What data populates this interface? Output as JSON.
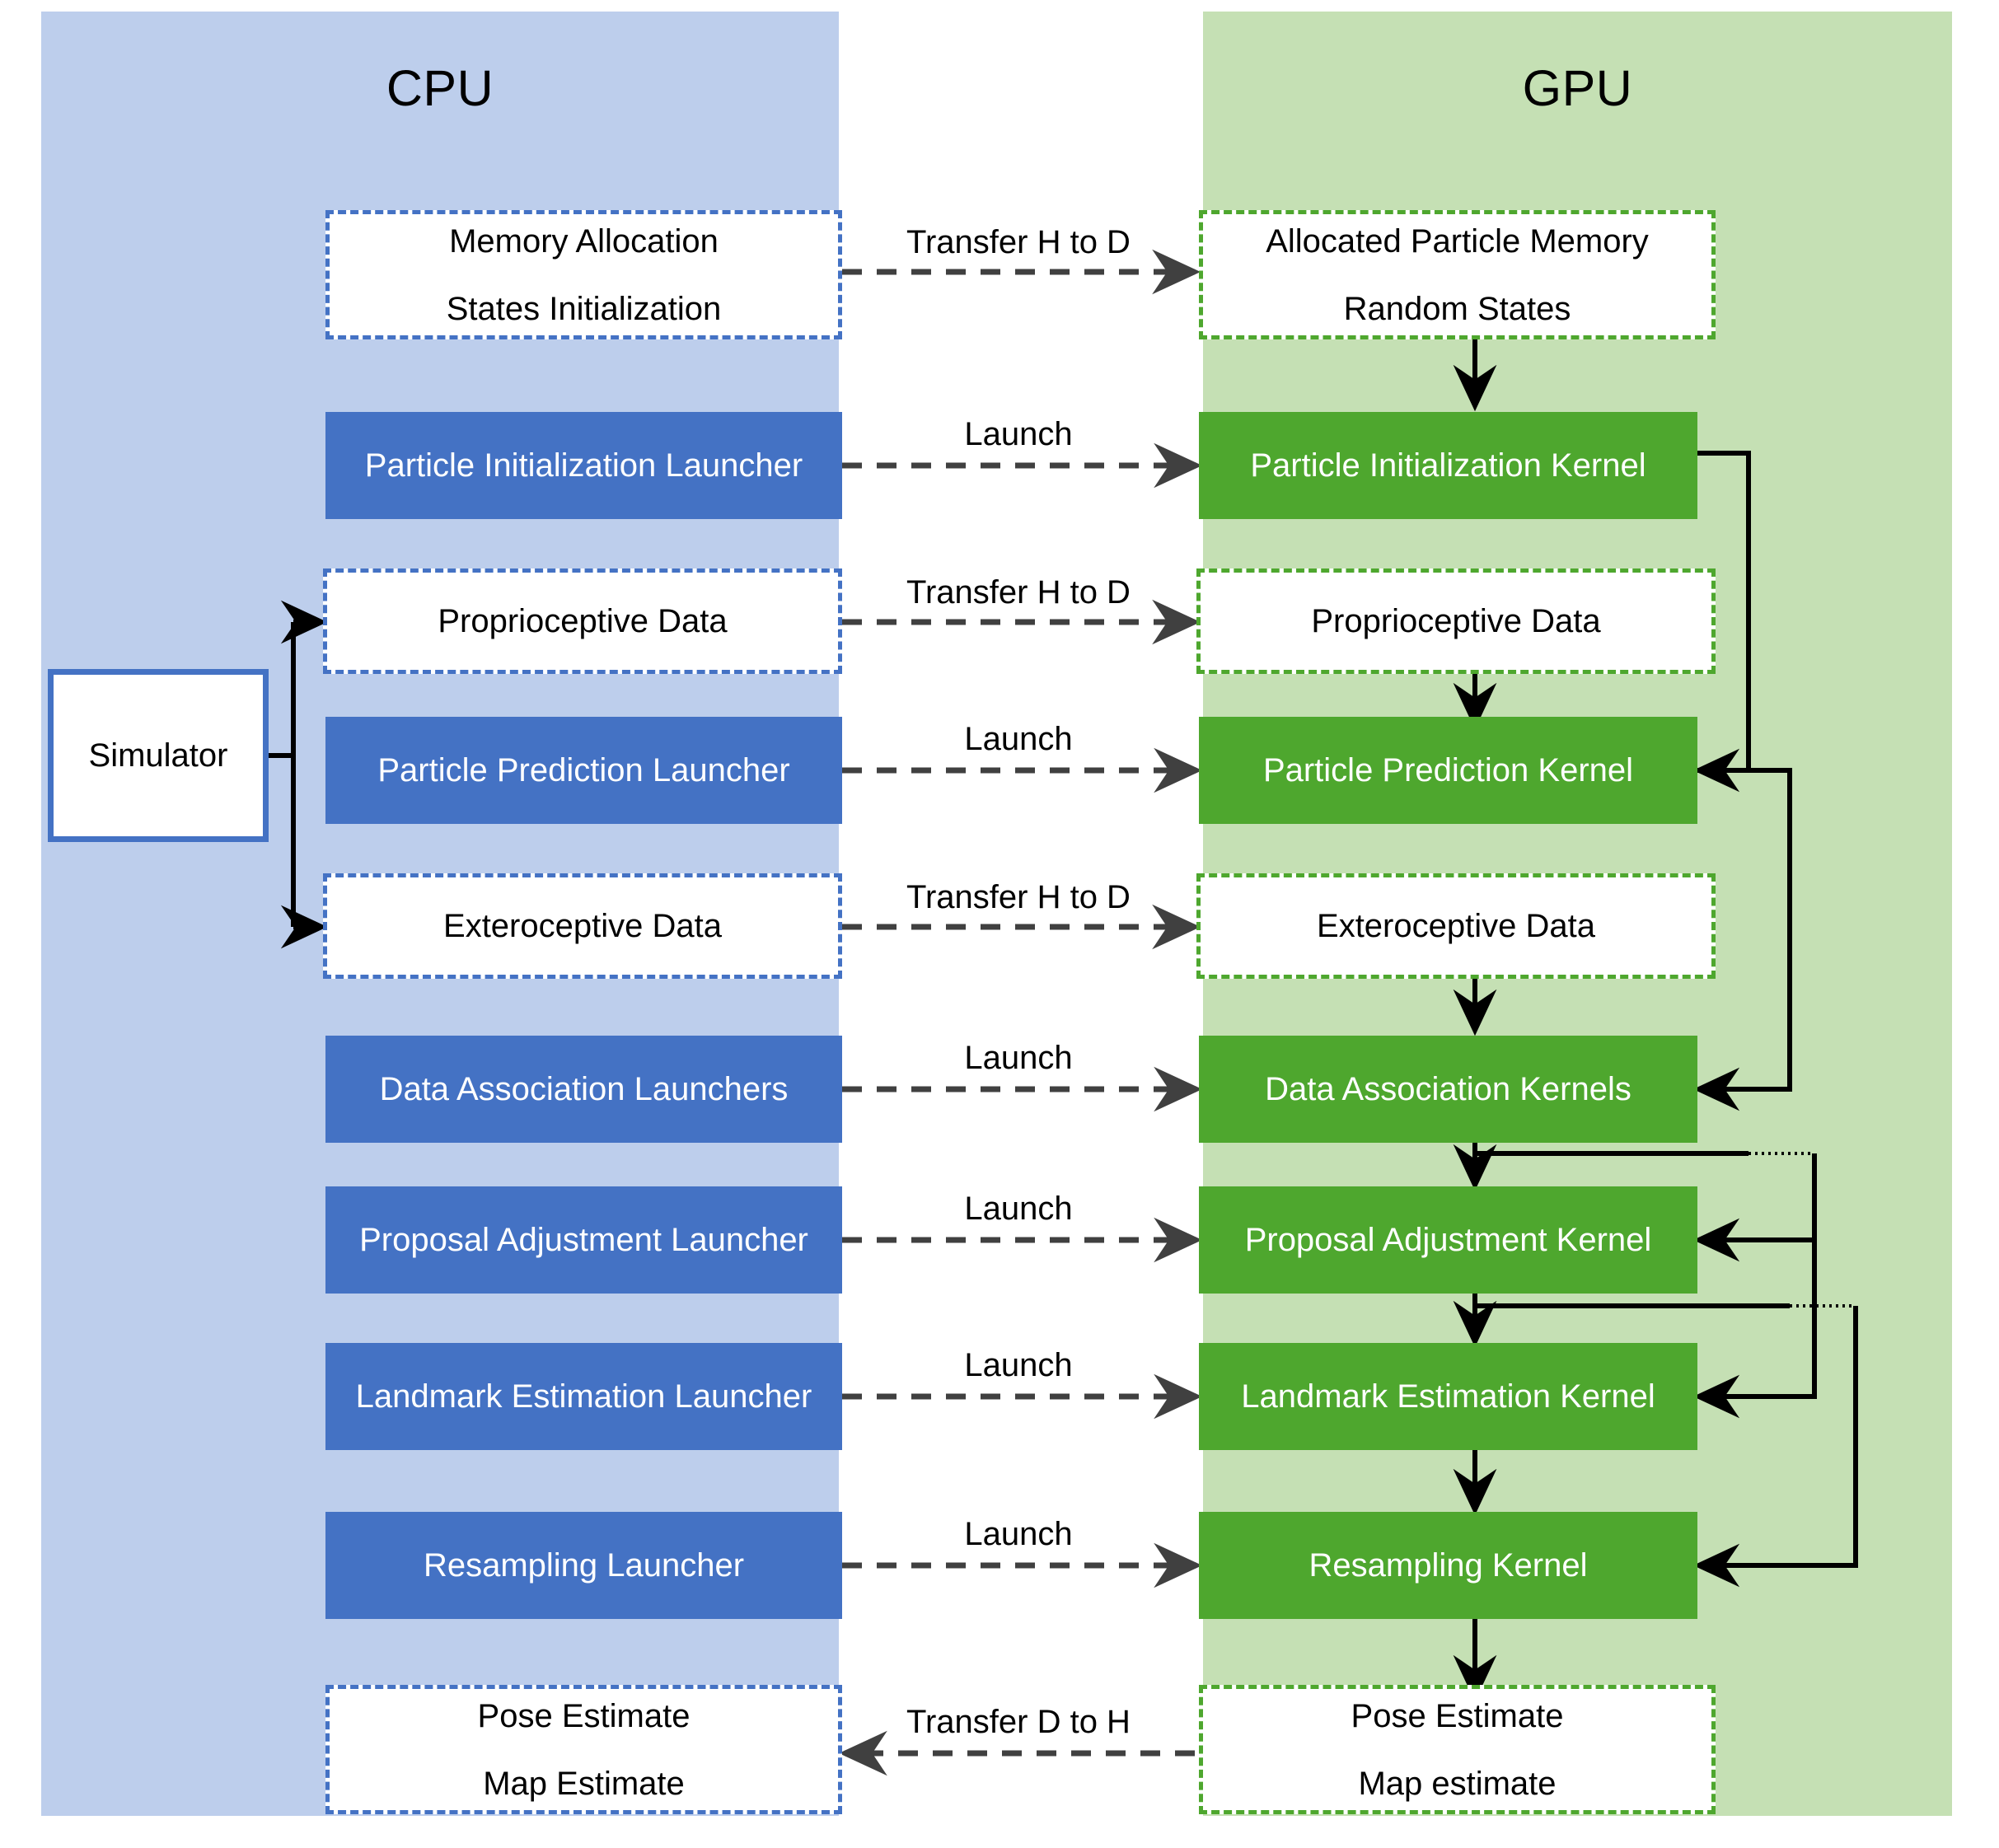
{
  "panels": {
    "cpu": {
      "title": "CPU",
      "color": "#BDCEEC"
    },
    "gpu": {
      "title": "GPU",
      "color": "#C5E0B4"
    }
  },
  "colors": {
    "cpu_panel": "#BDCEEC",
    "gpu_panel": "#C5E0B4",
    "launcher_blue": "#4472C4",
    "kernel_green": "#4EA72E",
    "arrow_gray": "#404040",
    "arrow_black": "#000000",
    "box_white": "#FFFFFF"
  },
  "cpu_nodes": {
    "memory": {
      "line1": "Memory Allocation",
      "line2": "States Initialization"
    },
    "particle_init_launcher": {
      "label": "Particle Initialization Launcher"
    },
    "proprioceptive": {
      "label": "Proprioceptive Data"
    },
    "simulator": {
      "label": "Simulator"
    },
    "particle_prediction_launcher": {
      "label": "Particle Prediction Launcher"
    },
    "exteroceptive": {
      "label": "Exteroceptive Data"
    },
    "data_association_launchers": {
      "label": "Data Association Launchers"
    },
    "proposal_adjustment_launcher": {
      "label": "Proposal Adjustment Launcher"
    },
    "landmark_estimation_launcher": {
      "label": "Landmark Estimation Launcher"
    },
    "resampling_launcher": {
      "label": "Resampling Launcher"
    },
    "estimate": {
      "line1": "Pose Estimate",
      "line2": "Map Estimate"
    }
  },
  "gpu_nodes": {
    "allocated": {
      "line1": "Allocated Particle Memory",
      "line2": "Random States"
    },
    "particle_init_kernel": {
      "label": "Particle Initialization Kernel"
    },
    "proprioceptive": {
      "label": "Proprioceptive Data"
    },
    "particle_prediction_kernel": {
      "label": "Particle Prediction Kernel"
    },
    "exteroceptive": {
      "label": "Exteroceptive Data"
    },
    "data_association_kernels": {
      "label": "Data Association Kernels"
    },
    "proposal_adjustment_kernel": {
      "label": "Proposal Adjustment Kernel"
    },
    "landmark_estimation_kernel": {
      "label": "Landmark Estimation Kernel"
    },
    "resampling_kernel": {
      "label": "Resampling Kernel"
    },
    "estimate": {
      "line1": "Pose Estimate",
      "line2": "Map estimate"
    }
  },
  "edge_labels": {
    "transfer_h_to_d_1": "Transfer H to D",
    "launch_1": "Launch",
    "transfer_h_to_d_2": "Transfer H to D",
    "launch_2": "Launch",
    "transfer_h_to_d_3": "Transfer H to D",
    "launch_3": "Launch",
    "launch_4": "Launch",
    "launch_5": "Launch",
    "launch_6": "Launch",
    "transfer_d_to_h": "Transfer D to H"
  }
}
